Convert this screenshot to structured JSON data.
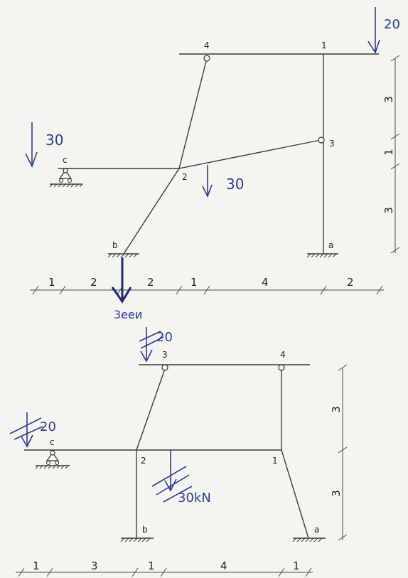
{
  "frame1": {
    "nodes": {
      "n4": "4",
      "n1": "1",
      "n3": "3",
      "n2": "2",
      "c": "c",
      "b": "b",
      "a": "a"
    },
    "loads": {
      "top_right": "20",
      "left": "30",
      "middle": "30"
    },
    "right_dims": [
      "3",
      "1",
      "3"
    ],
    "bottom_dims": [
      "1",
      "2",
      "2",
      "1",
      "4",
      "2"
    ],
    "note": "3eeи"
  },
  "frame2": {
    "nodes": {
      "n3": "3",
      "n4": "4",
      "n2": "2",
      "n1": "1",
      "c": "c",
      "b": "b",
      "a": "a"
    },
    "loads": {
      "top": "20",
      "left": "20",
      "middle": "30kN"
    },
    "right_dims": [
      "3",
      "3"
    ],
    "bottom_dims": [
      "1",
      "3",
      "1",
      "4",
      "1"
    ]
  },
  "colors": {
    "ink": "#3a3a3a",
    "pen": "#2b3d8f",
    "paper": "#f4f4f1"
  }
}
